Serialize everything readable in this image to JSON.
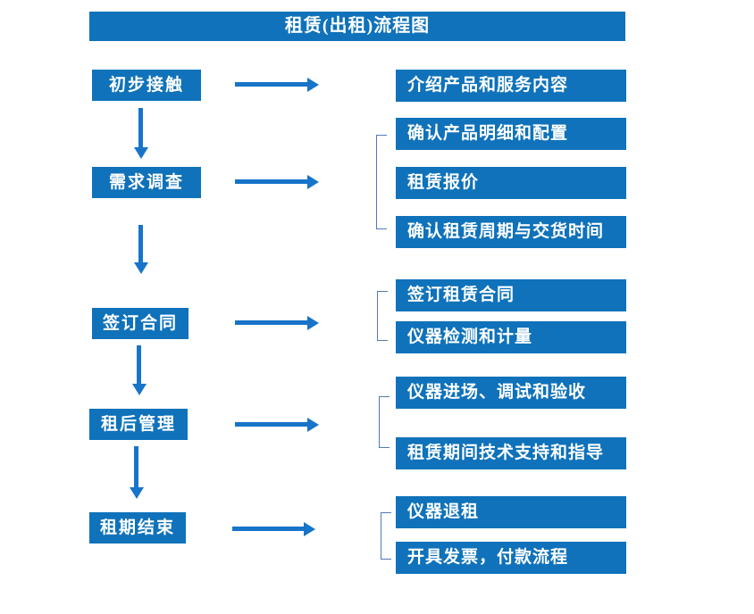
{
  "title": "租赁(出租)流程图",
  "colors": {
    "box_fill": "#0F72BA",
    "arrow": "#1774C9",
    "bracket": "#4E7AB8",
    "box_text": "#FFFFFF"
  },
  "rows": [
    {
      "step": "初步接触",
      "items": [
        "介绍产品和服务内容"
      ]
    },
    {
      "step": "需求调查",
      "items": [
        "确认产品明细和配置",
        "租赁报价",
        "确认租赁周期与交货时间"
      ]
    },
    {
      "step": "签订合同",
      "items": [
        "签订租赁合同",
        "仪器检测和计量"
      ]
    },
    {
      "step": "租后管理",
      "items": [
        "仪器进场、调试和验收",
        "租赁期间技术支持和指导"
      ]
    },
    {
      "step": "租期结束",
      "items": [
        "仪器退租",
        "开具发票，付款流程"
      ]
    }
  ]
}
